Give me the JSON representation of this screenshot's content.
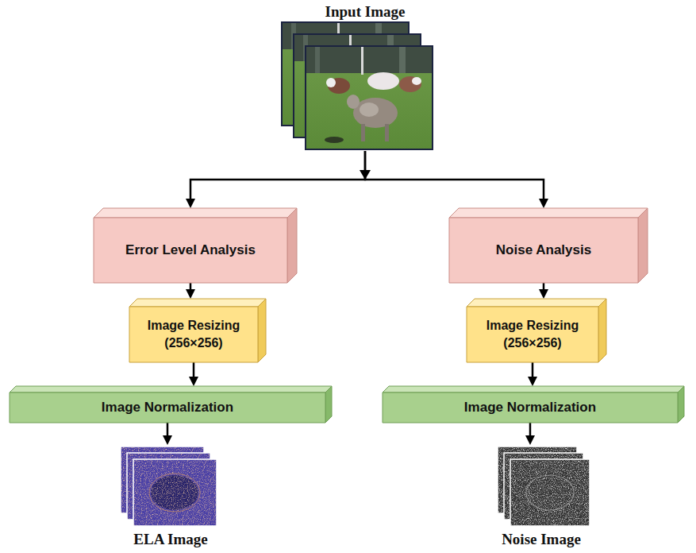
{
  "diagram": {
    "nodes": [
      {
        "text": [
          "Input Image"
        ]
      },
      {
        "text": [
          "Error Level Analysis"
        ]
      },
      {
        "text": [
          "Noise Analysis"
        ]
      },
      {
        "text": [
          "Image Resizing (256×256)"
        ]
      },
      {
        "text": [
          "Image Resizing (256×256)"
        ]
      },
      {
        "text": [
          "Image Normalization"
        ]
      },
      {
        "text": [
          "Image Normalization"
        ]
      },
      {
        "text": [
          "ELA Image"
        ]
      },
      {
        "text": [
          "Noise Image"
        ]
      }
    ],
    "edges": [
      {
        "from": 0,
        "to": 1,
        "arrow": "to"
      },
      {
        "from": 0,
        "to": 2,
        "arrow": "to"
      },
      {
        "from": 1,
        "to": 3,
        "arrow": "to"
      },
      {
        "from": 2,
        "to": 4,
        "arrow": "to"
      },
      {
        "from": 3,
        "to": 5,
        "arrow": "to"
      },
      {
        "from": 4,
        "to": 6,
        "arrow": "to"
      },
      {
        "from": 5,
        "to": 7,
        "arrow": "to"
      },
      {
        "from": 6,
        "to": 8,
        "arrow": "to"
      }
    ]
  }
}
